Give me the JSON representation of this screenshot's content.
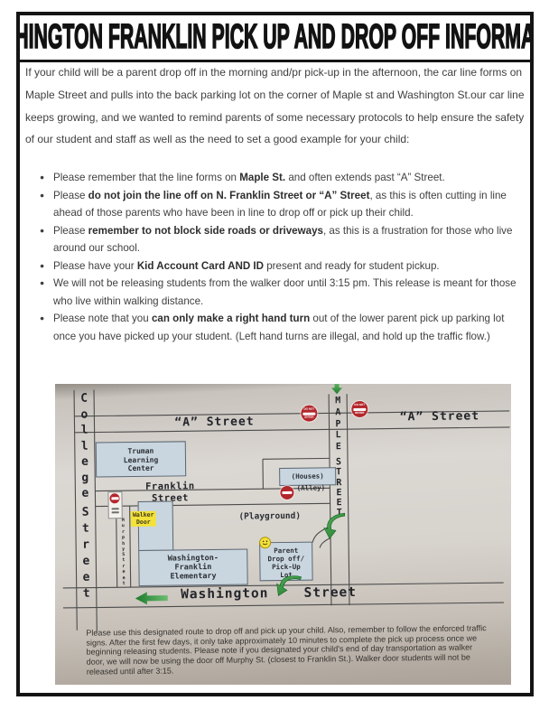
{
  "page": {
    "title": "WASHINGTON FRANKLIN PICK UP AND DROP OFF INFORMATION",
    "intro": "If your child will be a parent drop off in the morning and/pr pick-up in the afternoon, the car line forms on Maple Street and pulls into the back parking lot on the corner of Maple st and Washington St.our car line keeps growing, and we wanted to remind parents of some necessary protocols to help ensure the safety of our student and staff as well as the need to set a good example for your child:",
    "bullets": [
      {
        "segments": [
          {
            "t": "Please remember that the line forms on ",
            "b": false
          },
          {
            "t": "Maple St.",
            "b": true
          },
          {
            "t": " and often extends past “A” Street.",
            "b": false
          }
        ]
      },
      {
        "segments": [
          {
            "t": "Please ",
            "b": false
          },
          {
            "t": "do not join the line off on N. Franklin Street or “A” Street",
            "b": true
          },
          {
            "t": ", as this is often cutting in line ahead of those parents who have been in line to drop off or pick up their child.",
            "b": false
          }
        ]
      },
      {
        "segments": [
          {
            "t": "Please ",
            "b": false
          },
          {
            "t": "remember to not block side roads or driveways",
            "b": true
          },
          {
            "t": ", as this is a frustration for those who live around our school.",
            "b": false
          }
        ]
      },
      {
        "segments": [
          {
            "t": "Please have your ",
            "b": false
          },
          {
            "t": "Kid Account Card AND ID",
            "b": true
          },
          {
            "t": " present and ready for student pickup.",
            "b": false
          }
        ]
      },
      {
        "segments": [
          {
            "t": "We will not be releasing students from the walker door until 3:15 pm. This release is meant for those who live within walking distance.",
            "b": false
          }
        ]
      },
      {
        "segments": [
          {
            "t": "Please note that you ",
            "b": false
          },
          {
            "t": "can only make a right hand turn",
            "b": true
          },
          {
            "t": " out of the lower parent pick up parking lot once you have picked up your student. (Left hand turns are illegal, and hold up the traffic flow.)",
            "b": false
          }
        ]
      }
    ]
  },
  "map": {
    "streets": {
      "college": {
        "word1": "College",
        "word2": "Street"
      },
      "murphy": {
        "word1": "Murphy",
        "word2": "Street"
      },
      "maple": {
        "word1": "MAPLE",
        "word2": "STREET"
      },
      "a_left": "“A” Street",
      "a_right": "“A” Street",
      "franklin": [
        "Franklin",
        "Street"
      ],
      "washington": [
        "Washington",
        "Street"
      ]
    },
    "buildings": {
      "truman": [
        "Truman",
        "Learning",
        "Center"
      ],
      "school": [
        "Washington-",
        "Franklin",
        "Elementary"
      ],
      "houses": "(Houses)",
      "alley": "(Alley)",
      "playground": "(Playground)",
      "lot": [
        "Parent",
        "Drop off/",
        "Pick-Up",
        "Lot"
      ],
      "walker": [
        "Walker",
        "Door"
      ]
    },
    "signs": {
      "line1": "DO NOT",
      "line2": "ENTER"
    },
    "caption": "Please use this designated route to drop off and pick up your child.  Also, remember to follow the enforced traffic signs.  After the first few days, it only take approximately 10 minutes to complete the pick up process once we beginning releasing students.  Please note if you designated your child's end of day transportation as walker door, we will now be using the door off Murphy St. (closest to Franklin St.).  Walker door students will not be released until after 3:15."
  },
  "colors": {
    "accent_green": "#2f8f3c",
    "sign_red": "#b3272c",
    "building_blue": "#c9d6df",
    "highlight_yellow": "#f2e23a",
    "border_black": "#141414"
  }
}
